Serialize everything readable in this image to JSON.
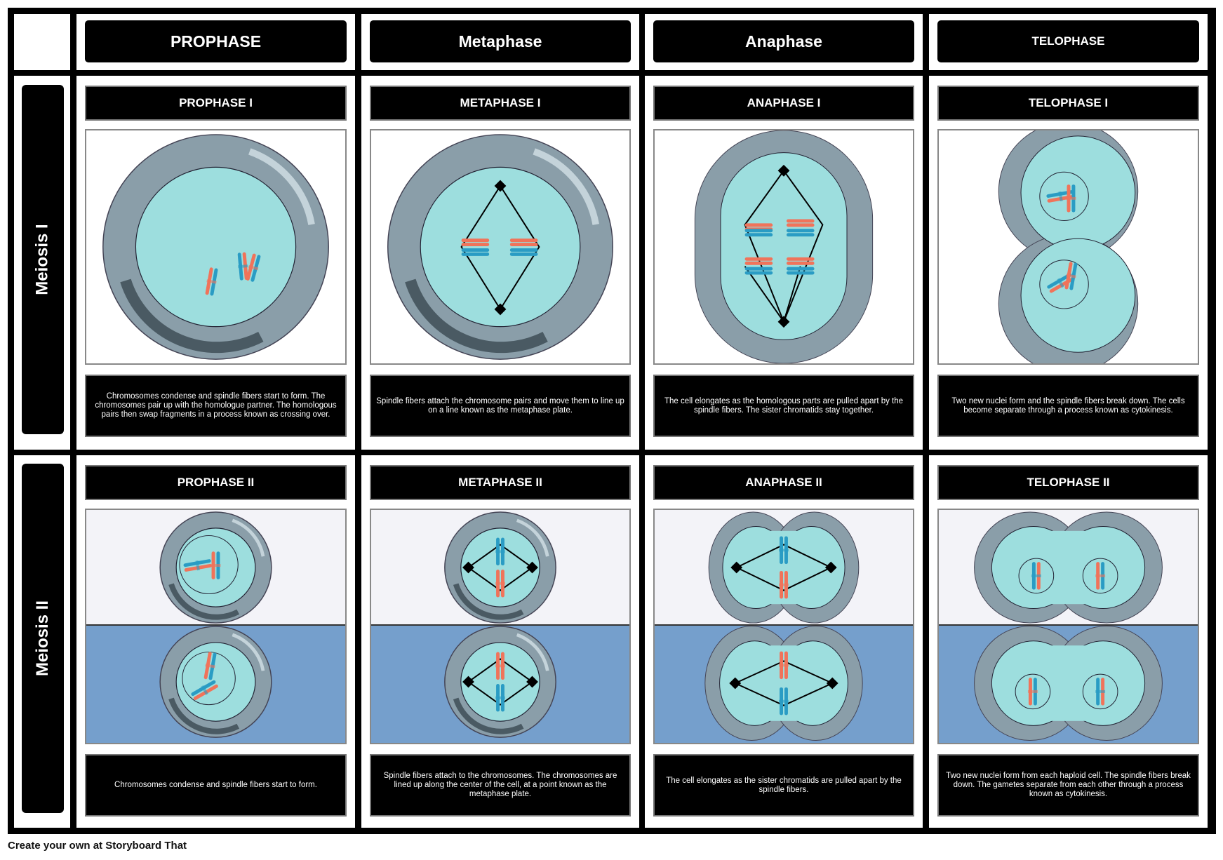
{
  "columns": [
    "PROPHASE",
    "Metaphase",
    "Anaphase",
    "TELOPHASE"
  ],
  "rows": [
    {
      "label": "Meiosis I",
      "panels": [
        {
          "title": "PROPHASE I",
          "desc": "Chromosomes condense and spindle fibers start to form. The chromosomes pair up with the homologue partner. The homologous pairs then swap fragments in a process known as crossing over."
        },
        {
          "title": "METAPHASE I",
          "desc": "Spindle fibers attach the chromosome pairs and move them to line up on a line known as the metaphase plate."
        },
        {
          "title": "ANAPHASE I",
          "desc": "The cell elongates as the homologous parts are pulled apart by the spindle fibers. The sister chromatids stay together."
        },
        {
          "title": "TELOPHASE I",
          "desc": "Two new nuclei form and the spindle fibers break down. The cells become separate through a process known as cytokinesis."
        }
      ]
    },
    {
      "label": "Meiosis II",
      "panels": [
        {
          "title": "PROPHASE II",
          "desc": "Chromosomes condense and spindle fibers start to form."
        },
        {
          "title": "METAPHASE II",
          "desc": "Spindle fibers attach to the chromosomes. The chromosomes are lined up along the center of the cell, at a point known as the metaphase plate."
        },
        {
          "title": "ANAPHASE II",
          "desc": "The cell elongates as the sister chromatids are pulled apart by the spindle fibers."
        },
        {
          "title": "TELOPHASE II",
          "desc": "Two new nuclei form from each haploid cell. The spindle fibers break down. The gametes separate from each other through a process known as cytokinesis."
        }
      ]
    }
  ],
  "footer": "Create your own at Storyboard That",
  "colors": {
    "membrane": "#8a9ea9",
    "cytoplasm": "#9ddede",
    "chromosome_red": "#f0735a",
    "chromosome_blue": "#2a9cc4",
    "bg_top": "#f3f3f8",
    "bg_bottom": "#759fcc"
  }
}
